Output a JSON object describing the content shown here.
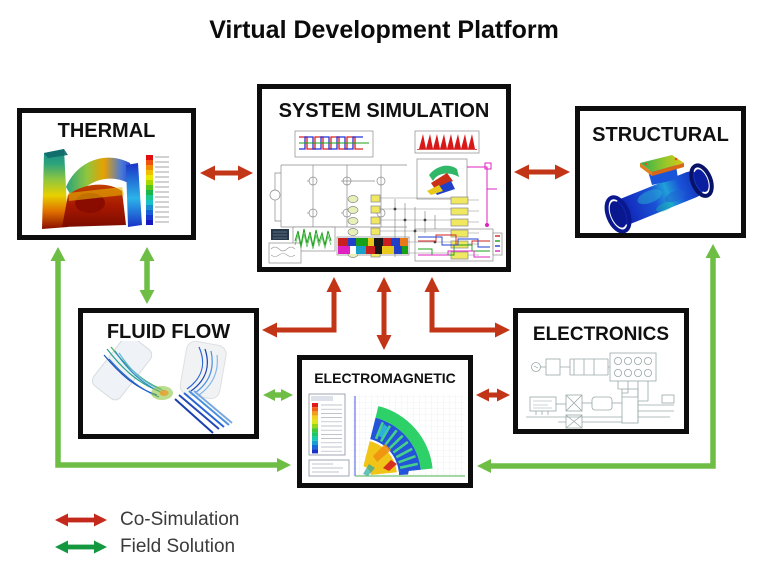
{
  "title": "Virtual Development Platform",
  "boxes": {
    "thermal": {
      "label": "THERMAL"
    },
    "system_simulation": {
      "label": "SYSTEM SIMULATION"
    },
    "structural": {
      "label": "STRUCTURAL"
    },
    "fluid_flow": {
      "label": "FLUID FLOW"
    },
    "electromagnetic": {
      "label": "ELECTROMAGNETIC"
    },
    "electronics": {
      "label": "ELECTRONICS"
    }
  },
  "legend": {
    "items": [
      {
        "label": "Co-Simulation",
        "color": "#c42a1c",
        "icon": "double-arrow"
      },
      {
        "label": "Field Solution",
        "color": "#13973f",
        "icon": "double-arrow"
      }
    ]
  },
  "colors": {
    "co_simulation_arrow": "#c23517",
    "field_solution_arrow": "#6ebe45",
    "legend_co_simulation": "#c42a1c",
    "legend_field_solution": "#13973f",
    "box_border": "#0d0d0d"
  },
  "connections": [
    {
      "from": "THERMAL",
      "to": "SYSTEM SIMULATION",
      "type": "Co-Simulation"
    },
    {
      "from": "SYSTEM SIMULATION",
      "to": "STRUCTURAL",
      "type": "Co-Simulation"
    },
    {
      "from": "SYSTEM SIMULATION",
      "to": "FLUID FLOW",
      "type": "Co-Simulation"
    },
    {
      "from": "SYSTEM SIMULATION",
      "to": "ELECTROMAGNETIC",
      "type": "Co-Simulation"
    },
    {
      "from": "SYSTEM SIMULATION",
      "to": "ELECTRONICS",
      "type": "Co-Simulation"
    },
    {
      "from": "ELECTROMAGNETIC",
      "to": "ELECTRONICS",
      "type": "Co-Simulation"
    },
    {
      "from": "THERMAL",
      "to": "FLUID FLOW",
      "type": "Field Solution"
    },
    {
      "from": "THERMAL",
      "to": "ELECTROMAGNETIC",
      "type": "Field Solution"
    },
    {
      "from": "FLUID FLOW",
      "to": "ELECTROMAGNETIC",
      "type": "Field Solution"
    },
    {
      "from": "STRUCTURAL",
      "to": "ELECTROMAGNETIC",
      "type": "Field Solution"
    }
  ]
}
